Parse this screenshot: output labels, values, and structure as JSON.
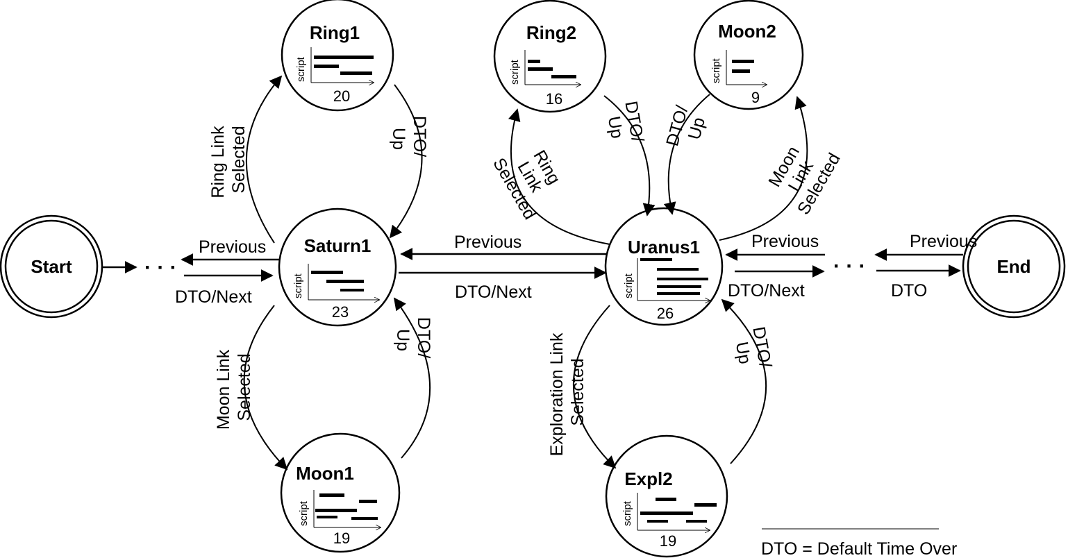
{
  "diagram": {
    "nodes": {
      "start": {
        "label": "Start"
      },
      "end": {
        "label": "End"
      },
      "saturn1": {
        "label": "Saturn1",
        "duration": "23",
        "axis_label": "script"
      },
      "ring1": {
        "label": "Ring1",
        "duration": "20",
        "axis_label": "script"
      },
      "moon1": {
        "label": "Moon1",
        "duration": "19",
        "axis_label": "script"
      },
      "uranus1": {
        "label": "Uranus1",
        "duration": "26",
        "axis_label": "script"
      },
      "ring2": {
        "label": "Ring2",
        "duration": "16",
        "axis_label": "script"
      },
      "moon2": {
        "label": "Moon2",
        "duration": "9",
        "axis_label": "script"
      },
      "expl2": {
        "label": "Expl2",
        "duration": "19",
        "axis_label": "script"
      }
    },
    "edges": {
      "previous": "Previous",
      "dto_next": "DTO/Next",
      "dto": "DTO",
      "dto_up_line1": "DTO/",
      "dto_up_line2": "Up",
      "ring_link_line1": "Ring Link",
      "ring_link_line2": "Selected",
      "moon_link_line1": "Moon Link",
      "moon_link_line2": "Selected",
      "ring_link3_line1": "Ring",
      "ring_link3_line2": "Link",
      "ring_link3_line3": "Selected",
      "moon_link3_line1": "Moon",
      "moon_link3_line2": "Link",
      "moon_link3_line3": "Selected",
      "exploration_link_line1": "Exploration Link",
      "exploration_link_line2": "Selected"
    },
    "ellipsis": "· · ·",
    "legend": "DTO = Default Time Over"
  }
}
